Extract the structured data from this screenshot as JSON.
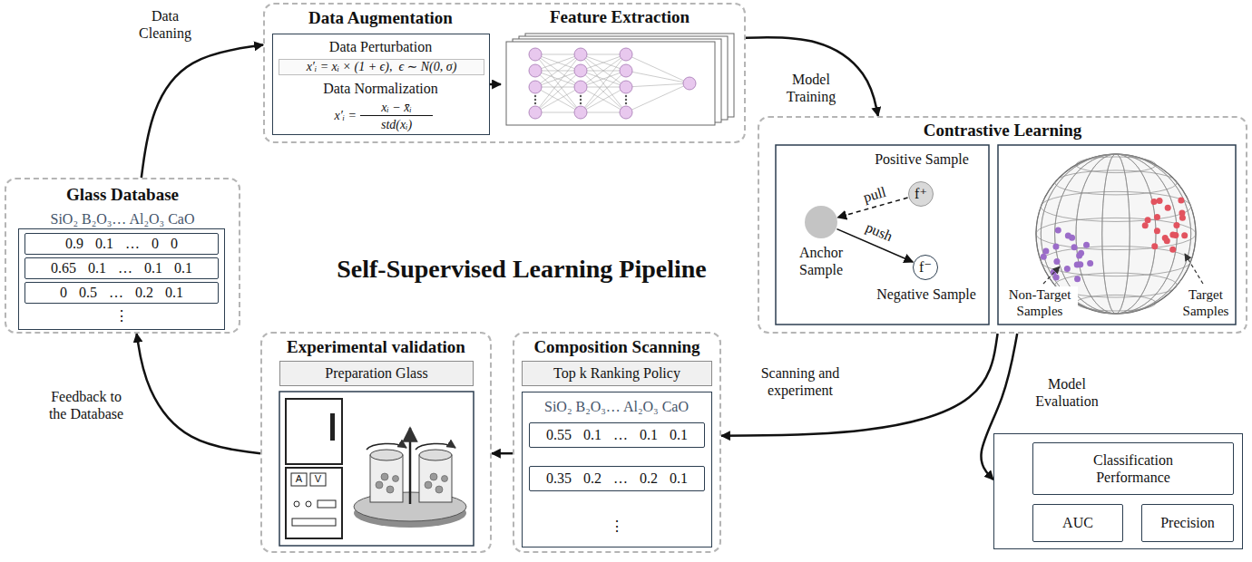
{
  "diagram": {
    "title": "Self-Supervised Learning Pipeline",
    "nodes": [
      {
        "text": [
          "Glass Database",
          "SiO₂ B₂O₃… Al₂O₃ CaO"
        ]
      },
      {
        "text": [
          "⋮"
        ],
        "in": 0
      },
      {
        "text": [
          "0.9 0.1 … 0 0"
        ],
        "in": 1
      },
      {
        "text": [
          "0.65 0.1 … 0.1 0.1"
        ],
        "in": 1
      },
      {
        "text": [
          "0 0.5 … 0.2 0.1"
        ],
        "in": 1
      },
      {
        "text": []
      },
      {
        "text": [
          "Data Augmentation",
          "Data Perturbation",
          "x′ᵢ = xᵢ × (1 + ϵ),  ϵ ∼ N(0, σ)",
          "Data Normalization",
          "x′ᵢ =",
          "xᵢ − x̄ᵢ",
          "std(xᵢ)"
        ],
        "in": 5
      },
      {
        "text": [
          "Feature Extraction"
        ],
        "in": 5
      },
      {
        "text": [
          "Contrastive Learning"
        ]
      },
      {
        "text": [
          "Positive Sample",
          "f⁺"
        ],
        "in": 8
      },
      {
        "text": [
          "Anchor Sample"
        ],
        "in": 8
      },
      {
        "text": [
          "f⁻",
          "Negative Sample"
        ],
        "in": 8
      },
      {
        "text": [
          "Experimental validation"
        ]
      },
      {
        "text": [
          "Preparation Glass"
        ],
        "in": 12
      },
      {
        "text": [
          "Composition Scanning"
        ]
      },
      {
        "text": [
          "Top k Ranking Policy"
        ],
        "in": 14
      },
      {
        "text": [
          "SiO₂ B₂O₃… Al₂O₃ CaO",
          "⋮"
        ],
        "in": 14
      },
      {
        "text": [
          "0.55 0.1 … 0.1 0.1"
        ],
        "in": 16
      },
      {
        "text": [
          "0.35 0.2 … 0.2 0.1"
        ],
        "in": 16
      },
      {
        "text": []
      },
      {
        "text": [
          "Classification Performance"
        ],
        "in": 19
      },
      {
        "text": [
          "AUC"
        ],
        "in": 19
      },
      {
        "text": [
          "Precision"
        ],
        "in": 19
      }
    ],
    "edges": [
      {
        "from": 0,
        "to": 5,
        "label": "Data Cleaning",
        "arrow": "to"
      },
      {
        "from": 6,
        "to": 7,
        "arrow": "to"
      },
      {
        "from": 5,
        "to": 8,
        "label": "Model Training",
        "arrow": "to"
      },
      {
        "from": 9,
        "to": 10,
        "label": "pull",
        "arrow": "to"
      },
      {
        "from": 10,
        "to": 11,
        "label": "push",
        "arrow": "to"
      },
      {
        "from": 8,
        "to": 14,
        "label": "Scanning and experiment",
        "arrow": "to"
      },
      {
        "from": 8,
        "to": 19,
        "label": "Model Evaluation",
        "arrow": "to"
      },
      {
        "from": 14,
        "to": 12,
        "arrow": "to"
      },
      {
        "from": 12,
        "to": 0,
        "label": "Feedback to the Database",
        "arrow": "to"
      }
    ],
    "labels": [
      "Non-Target Samples",
      "Target Samples",
      "A",
      "V"
    ]
  }
}
